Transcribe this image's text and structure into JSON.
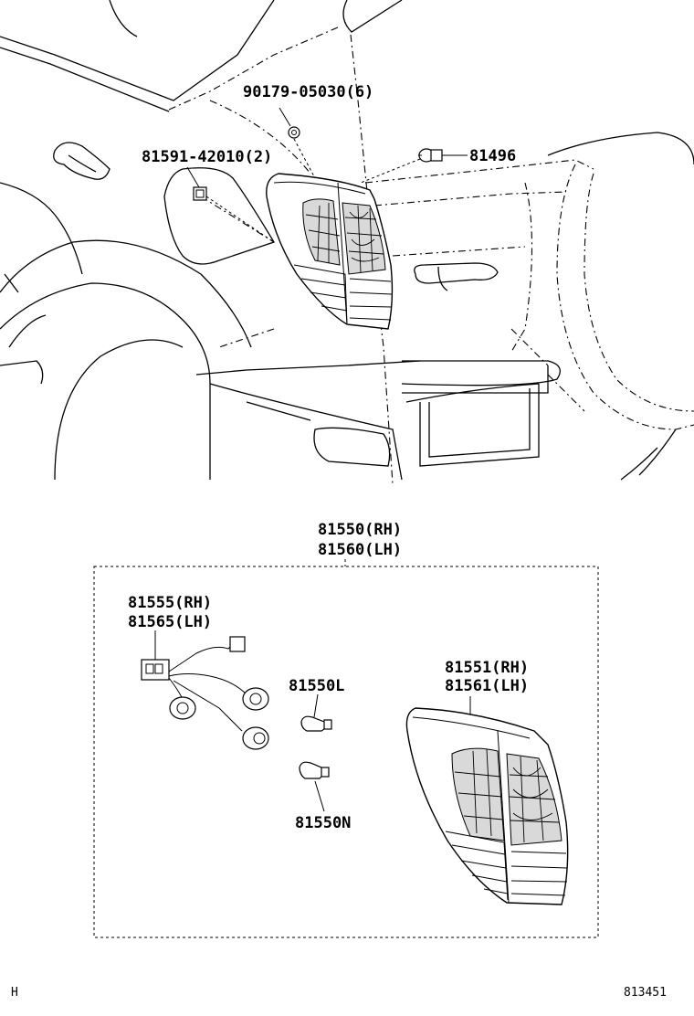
{
  "parts": {
    "p90179": "90179-05030(6)",
    "p81591": "81591-42010(2)",
    "p81496": "81496",
    "assy_rh": "81550(RH)",
    "assy_lh": "81560(LH)",
    "socket_rh": "81555(RH)",
    "socket_lh": "81565(LH)",
    "bulb_l": "81550L",
    "bulb_n": "81550N",
    "lens_rh": "81551(RH)",
    "lens_lh": "81561(LH)"
  },
  "footer": {
    "left_code": "H",
    "diagram_id": "813451"
  }
}
